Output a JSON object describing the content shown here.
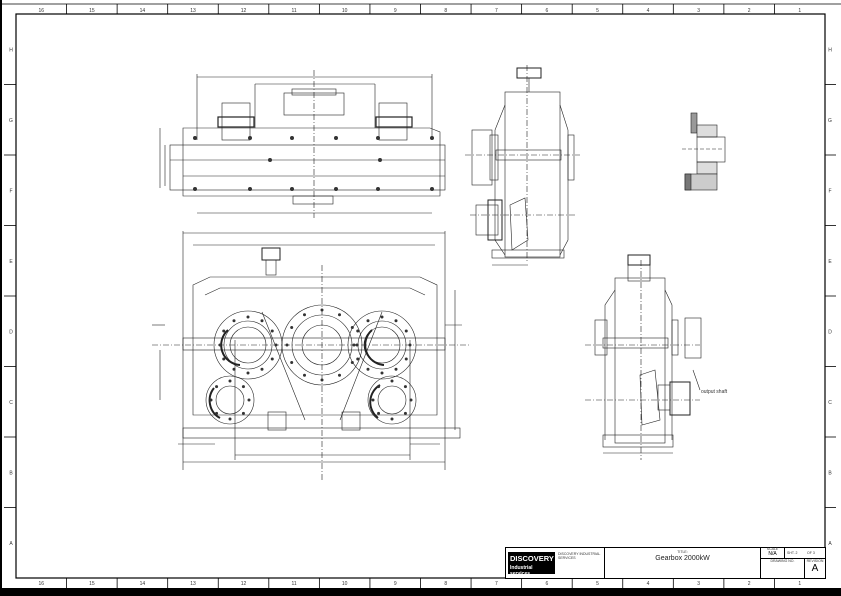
{
  "sheet": {
    "columns": [
      "16",
      "15",
      "14",
      "13",
      "12",
      "11",
      "10",
      "9",
      "8",
      "7",
      "6",
      "5",
      "4",
      "3",
      "2",
      "1"
    ],
    "rows": [
      "H",
      "G",
      "F",
      "E",
      "D",
      "C",
      "B",
      "A"
    ]
  },
  "views": {
    "output_shaft_label": "output shaft"
  },
  "title_block": {
    "logo_line1": "DISCOVERY",
    "logo_line2": "Industrial services",
    "company_text": "DISCOVERY INDUSTRIAL SERVICES",
    "title_label": "TITLE:",
    "title": "Gearbox 2000kW",
    "scale_label": "SCALE",
    "scale_value": "N/A",
    "sheet_label": "SHT. 2",
    "of_label": "OF 3",
    "drawing_no_label": "DRAWING NO.",
    "revision_label": "REVISION",
    "revision_value": "A"
  }
}
